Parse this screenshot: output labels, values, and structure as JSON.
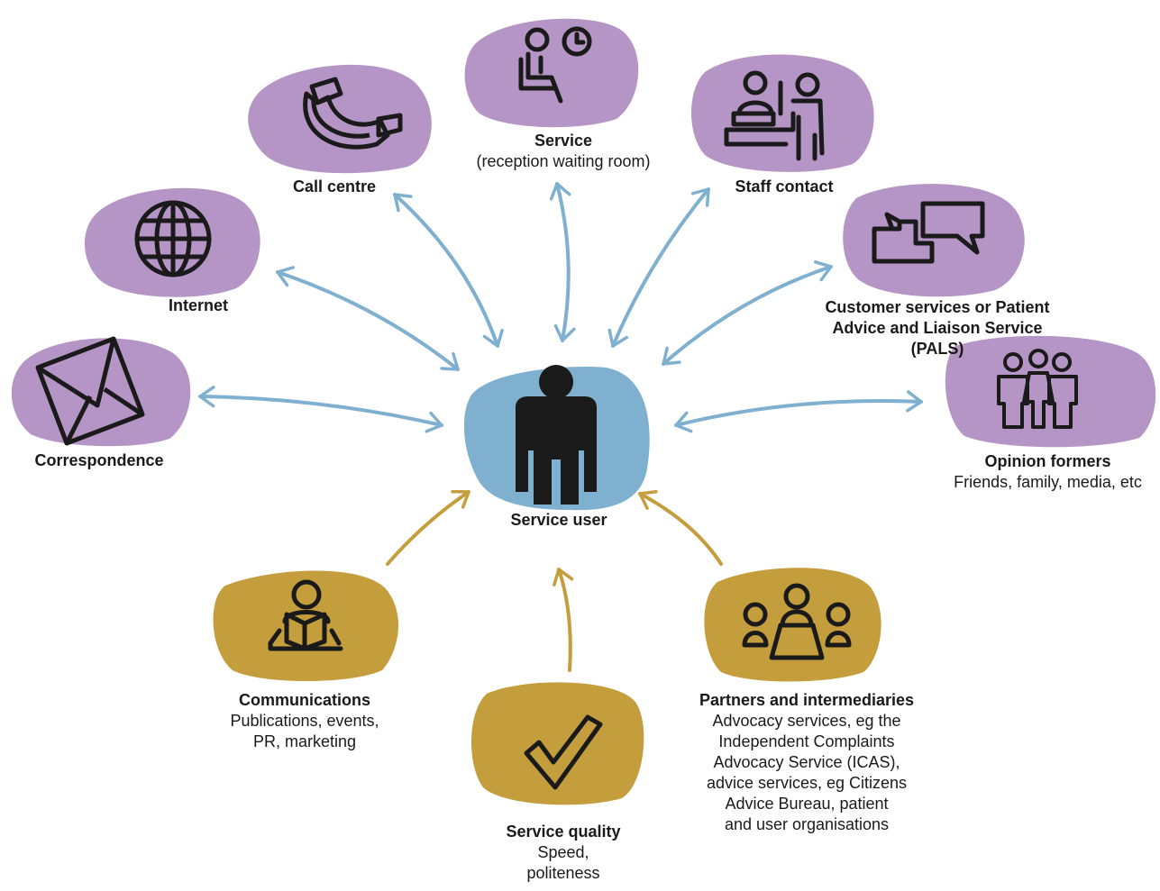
{
  "colors": {
    "purple": "#b594c6",
    "blue": "#7fb0cf",
    "gold": "#c49d3d",
    "arrow_blue": "#7fb0cf",
    "arrow_gold": "#c49d3d",
    "icon": "#1a1a1a"
  },
  "center": {
    "title": "Service user",
    "icon": "person-icon"
  },
  "nodes": {
    "correspondence": {
      "title": "Correspondence",
      "icon": "envelope-icon"
    },
    "internet": {
      "title": "Internet",
      "icon": "globe-icon"
    },
    "call_centre": {
      "title": "Call centre",
      "icon": "phone-icon"
    },
    "service": {
      "title": "Service",
      "sub": "(reception waiting room)",
      "icon": "waiting-room-icon"
    },
    "staff_contact": {
      "title": "Staff contact",
      "icon": "reception-desk-icon"
    },
    "customer_services": {
      "title1": "Customer services or Patient",
      "title2": "Advice and Liaison Service",
      "title3": "(PALS)",
      "icon": "speech-bubbles-icon"
    },
    "opinion_formers": {
      "title": "Opinion formers",
      "sub": "Friends, family, media, etc",
      "icon": "group-icon"
    },
    "communications": {
      "title": "Communications",
      "sub1": "Publications, events,",
      "sub2": "PR, marketing",
      "icon": "reading-person-icon"
    },
    "service_quality": {
      "title": "Service quality",
      "sub1": "Speed,",
      "sub2": "politeness",
      "icon": "checkmark-icon"
    },
    "partners": {
      "title": "Partners and intermediaries",
      "sub1": "Advocacy services, eg the",
      "sub2": "Independent Complaints",
      "sub3": "Advocacy Service (ICAS),",
      "sub4": "advice services, eg Citizens",
      "sub5": "Advice Bureau, patient",
      "sub6": "and user organisations",
      "icon": "meeting-icon"
    }
  }
}
